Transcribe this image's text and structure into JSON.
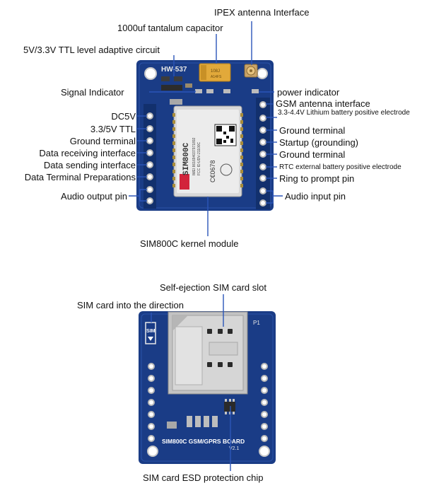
{
  "top_board": {
    "silk_model": "HW-537",
    "chip_text": [
      "SIM800C",
      "IMEI 861694037971892",
      "FCC ID:UDV-21100C",
      "C€0678"
    ],
    "capacitor_text": [
      "108J",
      "A14FS"
    ],
    "labels": {
      "ipex": "IPEX antenna Interface",
      "capacitor": "1000uf tantalum capacitor",
      "ttl_circuit": "5V/3.3V TTL level adaptive circuit",
      "signal_indicator": "Signal Indicator",
      "power_indicator": "power indicator",
      "gsm_antenna": "GSM antenna interface",
      "lithium": "3.3-4.4V Lithium battery positive electrode",
      "dc5v": "DC5V",
      "ttl": "3.3/5V TTL",
      "ground_left": "Ground terminal",
      "rx": "Data receiving interface",
      "tx": "Data sending interface",
      "dtr": "Data Terminal Preparations",
      "audio_out": "Audio output pin",
      "ground_right_1": "Ground terminal",
      "startup": "Startup (grounding)",
      "ground_right_2": "Ground terminal",
      "rtc": "RTC external battery positive electrode",
      "ring": "Ring to prompt pin",
      "audio_in": "Audio input pin",
      "kernel": "SIM800C kernel module"
    }
  },
  "bottom_board": {
    "silk_text": "SIM800C GSM/GPRS BOARD",
    "silk_version": "V2.1",
    "silk_p1": "P1",
    "silk_sim": "SIM",
    "labels": {
      "slot": "Self-ejection SIM card slot",
      "direction": "SIM card into the direction",
      "esd": "SIM card ESD protection chip"
    }
  },
  "colors": {
    "board_blue": "#1a3c86",
    "board_dark": "#12306d",
    "pad_silver": "#d7d7d7",
    "leader": "#2b55b8"
  }
}
